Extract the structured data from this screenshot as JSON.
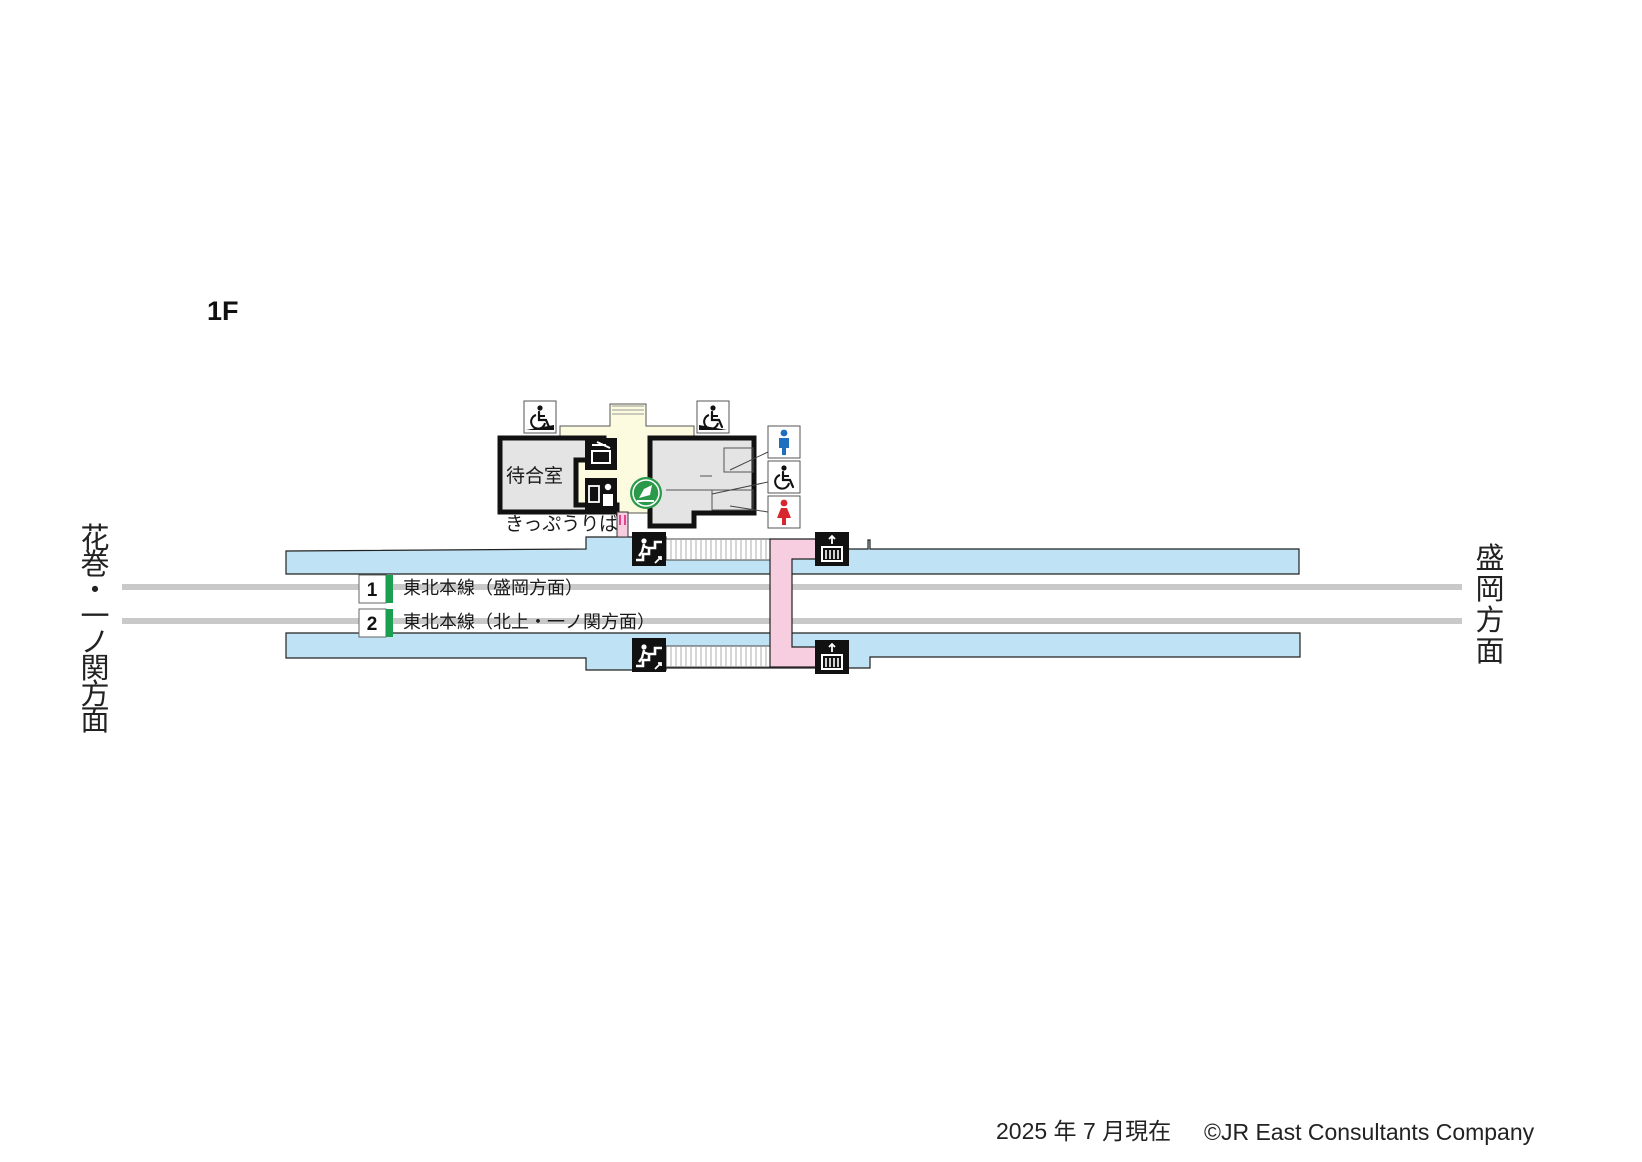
{
  "floor_label": "1F",
  "directions": {
    "left_vertical": "花巻・一ノ関方面",
    "right_vertical": "盛岡方面"
  },
  "platforms": [
    {
      "number": "1",
      "line_label": "東北本線（盛岡方面）"
    },
    {
      "number": "2",
      "line_label": "東北本線（北上・一ノ関方面）"
    }
  ],
  "rooms": {
    "waiting_room": "待合室",
    "ticket_office": "きっぷうりば"
  },
  "icons": [
    "wheelchair-ramp-icon",
    "stairs-icon",
    "ticket-vending-machine-icon",
    "staffed-ticket-window-icon",
    "green-ticket-machine-icon",
    "mens-restroom-icon",
    "accessible-restroom-icon",
    "womens-restroom-icon",
    "ticket-gate-icon",
    "stairs-up-icon",
    "elevator-icon"
  ],
  "colors": {
    "platform": "#bfe3f5",
    "concourse": "#fcfbe0",
    "overpass": "#f7cde0",
    "ticket_gate": "#e8418f",
    "track": "#c9c9c9",
    "line_color_tohoku": "#1a9e50",
    "mens": "#1f6fbf",
    "womens": "#d8262f",
    "green_window": "#2a9a4a"
  },
  "footer": {
    "date": "2025 年 7 月現在",
    "copyright": "©JR East Consultants Company"
  }
}
